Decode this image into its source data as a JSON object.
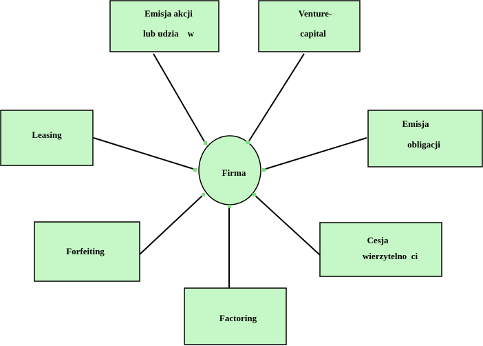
{
  "colors": {
    "node_fill": "#c6f7c6",
    "node_border": "#000000",
    "connector": "#000000",
    "handle": "#7be07b"
  },
  "center": {
    "label": "Firma"
  },
  "nodes": {
    "emisja_akcji": {
      "line1": "Emisja akcji",
      "line2": "lub udzia    w"
    },
    "venture_capital": {
      "line1": "Venture-",
      "line2": "capital"
    },
    "leasing": {
      "label": "Leasing"
    },
    "emisja_obligacji": {
      "line1": "Emisja",
      "line2": "obligacji"
    },
    "forfeiting": {
      "label": "Forfeiting"
    },
    "cesja": {
      "line1": "Cesja",
      "line2": "wierzytelno  ci"
    },
    "factoring": {
      "label": "Factoring"
    }
  }
}
